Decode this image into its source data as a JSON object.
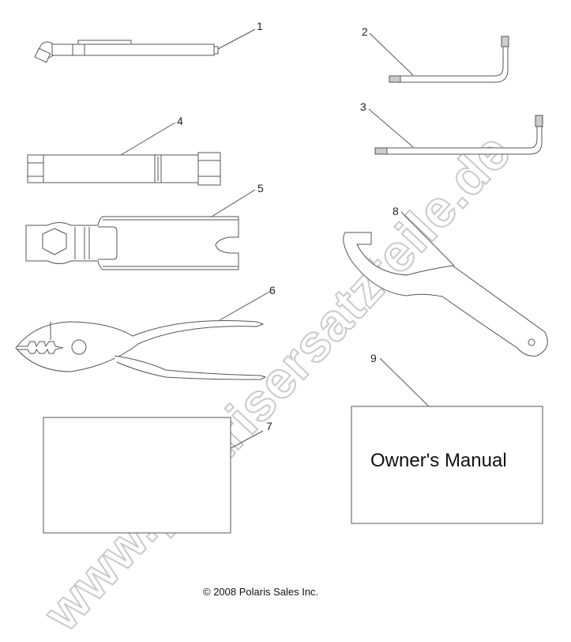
{
  "diagram": {
    "type": "exploded parts diagram",
    "subject": "tool kit",
    "callouts": [
      {
        "number": "1",
        "part": "tire-pressure-gauge"
      },
      {
        "number": "2",
        "part": "torx-l-wrench-short"
      },
      {
        "number": "3",
        "part": "torx-l-wrench-long"
      },
      {
        "number": "4",
        "part": "spark-plug-socket-wrench"
      },
      {
        "number": "5",
        "part": "spark-plug-tool-handle"
      },
      {
        "number": "6",
        "part": "slip-joint-pliers"
      },
      {
        "number": "7",
        "part": "tool-bag"
      },
      {
        "number": "8",
        "part": "spanner-wrench"
      },
      {
        "number": "9",
        "part": "owners-manual"
      }
    ],
    "manual_label": "Owner's Manual",
    "copyright": "© 2008 Polaris Sales Inc.",
    "watermark": "www.polarisersatzteile.de",
    "line_color": "#555555",
    "watermark_color": "#c8c8c8"
  }
}
